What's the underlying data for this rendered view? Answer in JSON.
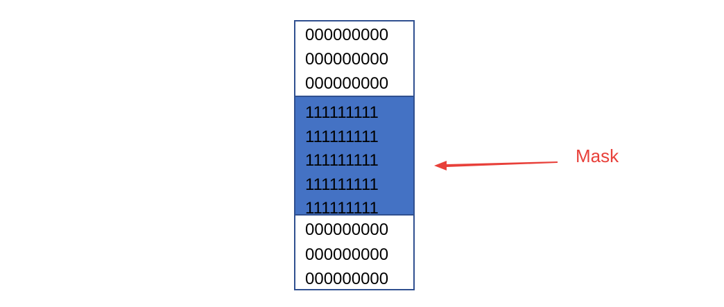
{
  "matrix": {
    "top_rows": [
      "000000000",
      "000000000",
      "000000000"
    ],
    "mask_rows": [
      "111111111",
      "111111111",
      "111111111",
      "111111111",
      "111111111"
    ],
    "bottom_rows": [
      "000000000",
      "000000000",
      "000000000"
    ]
  },
  "annotation": {
    "label": "Mask",
    "color": "#e8403a"
  },
  "colors": {
    "mask_fill": "#4472c4",
    "border": "#2f4f8f"
  }
}
